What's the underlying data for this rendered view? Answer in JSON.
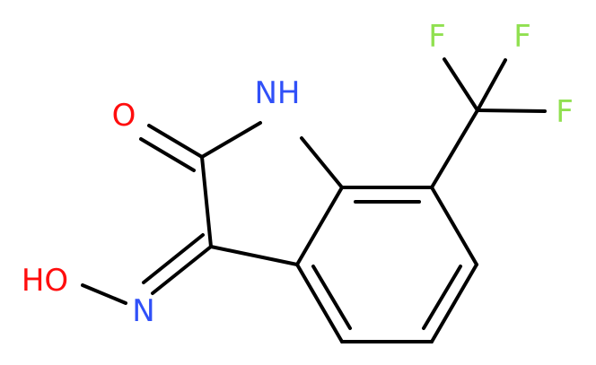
{
  "molecule": {
    "colors": {
      "carbon_bond": "#000000",
      "oxygen": "#ff0d0d",
      "nitrogen": "#3050f8",
      "fluorine": "#90e050"
    },
    "atoms": {
      "f1": "F",
      "f2": "F",
      "f3": "F",
      "carbonyl_oxygen": "O",
      "ring_nh": "NH",
      "oxime_nitrogen": "N",
      "hydroxyl": "HO"
    }
  }
}
